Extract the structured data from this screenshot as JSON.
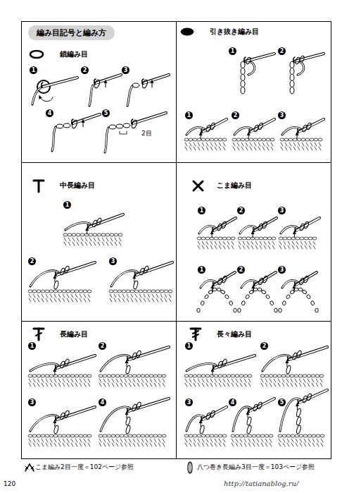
{
  "diagram": {
    "title": "編み目記号と編み方",
    "nodes": [
      {
        "text": [
          "鎖編み目"
        ]
      },
      {
        "text": [
          "引き抜き編み目"
        ]
      },
      {
        "text": [
          "中長編み目"
        ]
      },
      {
        "text": [
          "こま編み目"
        ]
      },
      {
        "text": [
          "長編み目"
        ]
      },
      {
        "text": [
          "長々編み目"
        ]
      }
    ],
    "labels": [
      "1",
      "2",
      "3",
      "4",
      "5",
      "2目",
      "1",
      "2",
      "1",
      "2",
      "3",
      "1",
      "2",
      "3",
      "1",
      "2",
      "3",
      "1",
      "2",
      "3",
      "1",
      "2",
      "3",
      "4",
      "1",
      "2",
      "3",
      "4",
      "5",
      "こま編み2目一度＝102ページ参照",
      "八つ巻き長編み3目一度＝103ページ参照",
      "120",
      "http://tatianablog.ru/"
    ]
  }
}
